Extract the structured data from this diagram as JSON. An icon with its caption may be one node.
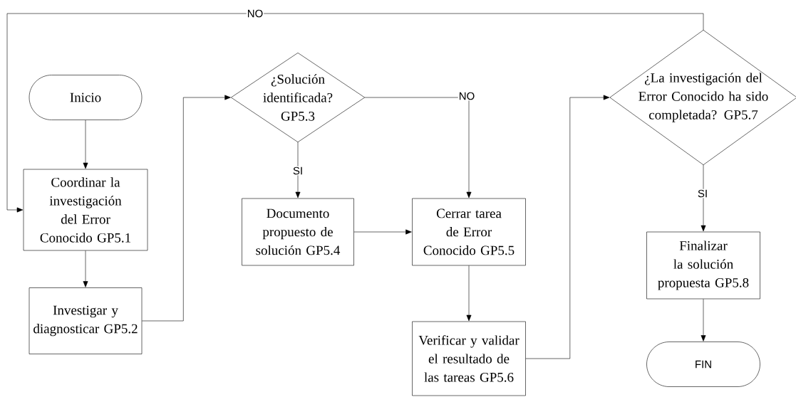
{
  "diagram": {
    "nodes": [
      {
        "text": [
          "Inicio"
        ]
      },
      {
        "text": [
          "Coordinar la investigación del Error Conocido GP5.1"
        ]
      },
      {
        "text": [
          "Investigar y diagnosticar GP5.2"
        ]
      },
      {
        "text": [
          "¿Solución identificada? GP5.3"
        ]
      },
      {
        "text": [
          "Documento propuesto de solución GP5.4"
        ]
      },
      {
        "text": [
          "Cerrar tarea de Error Conocido GP5.5"
        ]
      },
      {
        "text": [
          "Verificar y validar el resultado de las tareas GP5.6"
        ]
      },
      {
        "text": [
          "¿La investigación del Error Conocido ha sido completada? GP5.7"
        ]
      },
      {
        "text": [
          "Finalizar la solución propuesta GP5.8"
        ]
      },
      {
        "text": [
          "FIN"
        ]
      }
    ],
    "edges": [
      {
        "from": 0,
        "to": 1,
        "arrow": "to"
      },
      {
        "from": 1,
        "to": 2,
        "arrow": "to"
      },
      {
        "from": 2,
        "to": 3,
        "arrow": "to"
      },
      {
        "from": 3,
        "to": 4,
        "arrow": "to",
        "label": "SI"
      },
      {
        "from": 3,
        "to": 5,
        "arrow": "to",
        "label": "NO"
      },
      {
        "from": 4,
        "to": 5,
        "arrow": "to"
      },
      {
        "from": 5,
        "to": 6,
        "arrow": "to"
      },
      {
        "from": 6,
        "to": 7,
        "arrow": "to"
      },
      {
        "from": 7,
        "to": 8,
        "arrow": "to",
        "label": "SI"
      },
      {
        "from": 8,
        "to": 9,
        "arrow": "to"
      },
      {
        "from": 7,
        "to": 1,
        "arrow": "to",
        "label": "NO"
      }
    ]
  }
}
